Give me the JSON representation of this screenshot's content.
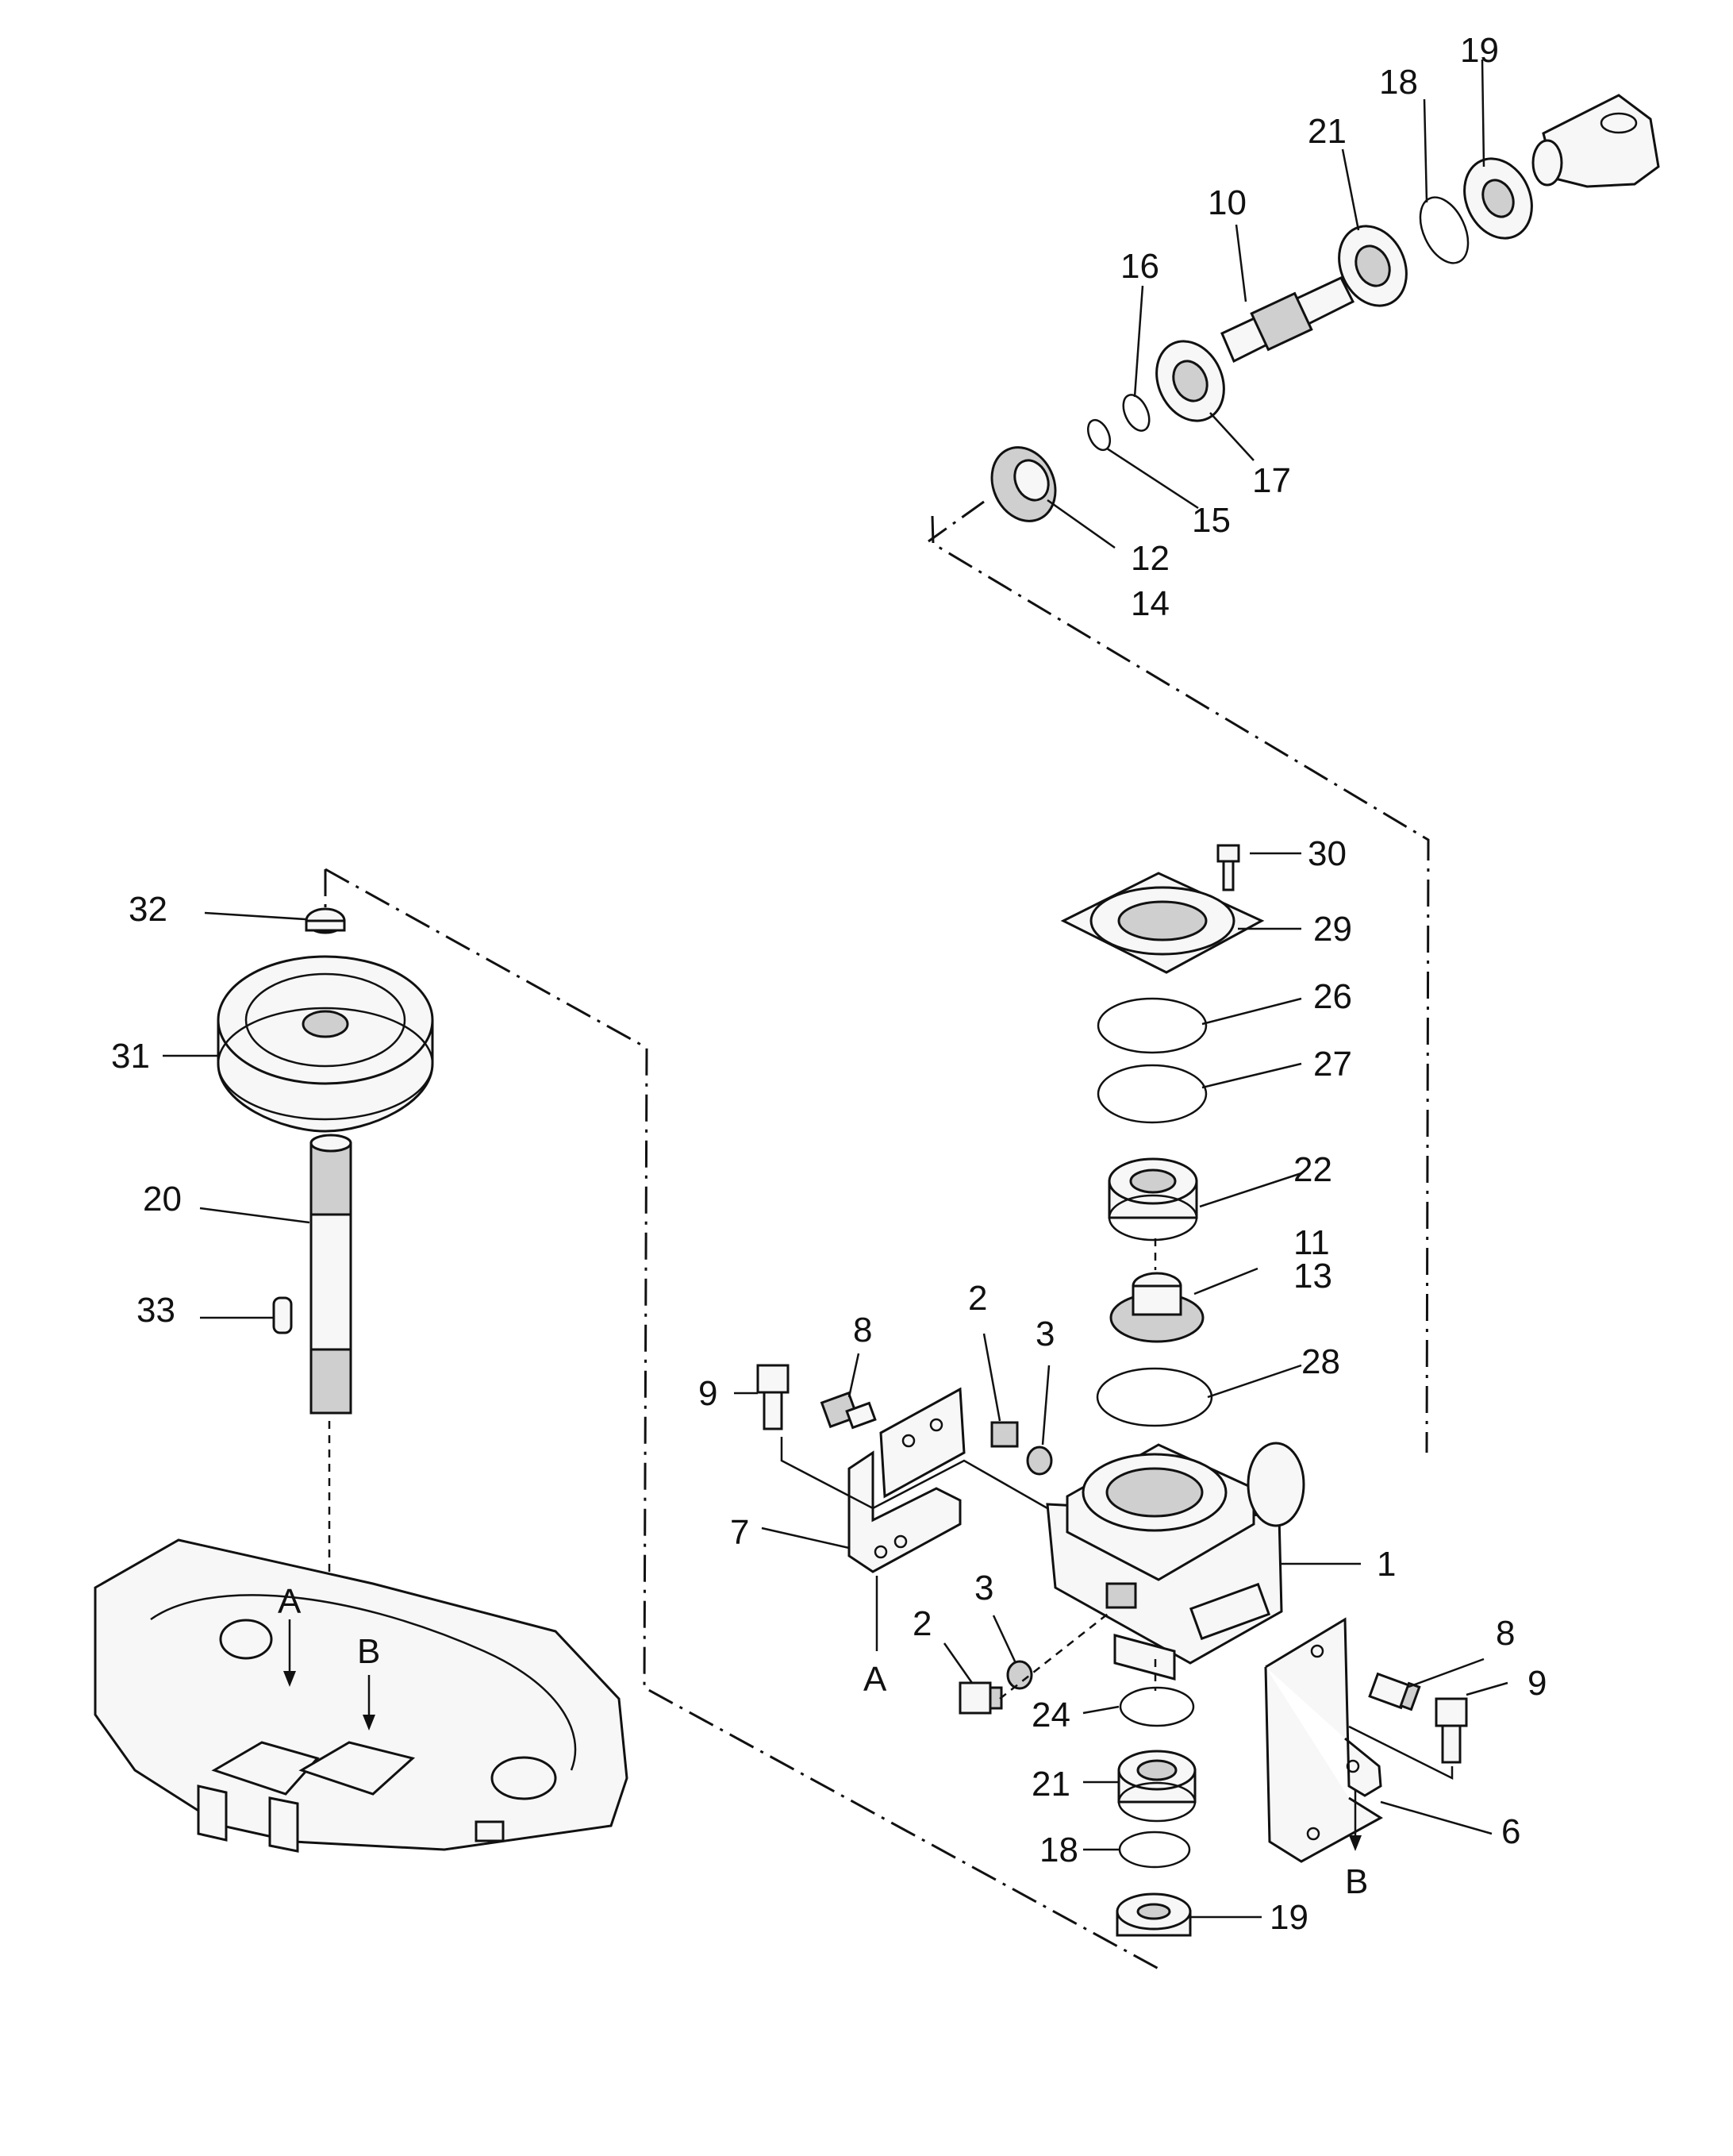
{
  "diagram": {
    "callouts": {
      "c19_top": "19",
      "c18_top": "18",
      "c21_top": "21",
      "c10": "10",
      "c16": "16",
      "c17": "17",
      "c15": "15",
      "c12": "12",
      "c14": "14",
      "c30": "30",
      "c29": "29",
      "c26": "26",
      "c27": "27",
      "c22": "22",
      "c11": "11",
      "c13": "13",
      "c28": "28",
      "c1": "1",
      "c8_left": "8",
      "c2_upper": "2",
      "c3_upper": "3",
      "c9_left": "9",
      "c7": "7",
      "c_a_bracket": "A",
      "c2_lower": "2",
      "c3_lower": "3",
      "c24": "24",
      "c21_bottom": "21",
      "c18_bottom": "18",
      "c19_bottom": "19",
      "c8_right": "8",
      "c9_right": "9",
      "c6": "6",
      "c_b_bracket": "B",
      "c32": "32",
      "c31": "31",
      "c20": "20",
      "c33": "33",
      "c_a_deck": "A",
      "c_b_deck": "B"
    }
  }
}
